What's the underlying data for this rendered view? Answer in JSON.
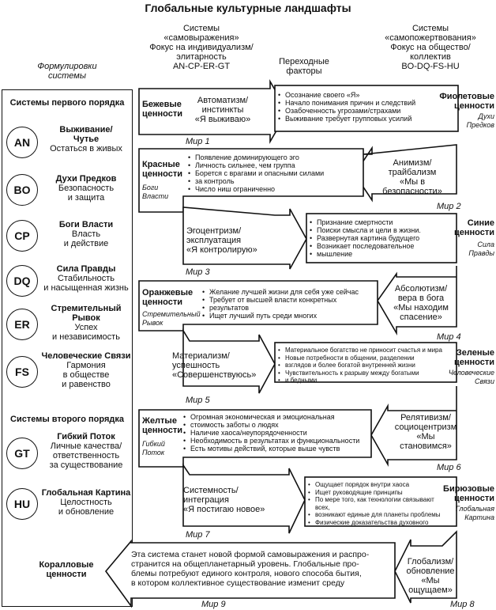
{
  "title": "Глобальные культурные ландшафты",
  "headers": {
    "left": [
      "Системы",
      "«самовыражения»",
      "Фокус на индивидуализм/",
      "элитарность",
      "AN-CP-ER-GT"
    ],
    "middle": [
      "Переходные",
      "факторы"
    ],
    "right": [
      "Системы",
      "«самопожертвования»",
      "Фокус на общество/",
      "коллектив",
      "BO-DQ-FS-HU"
    ],
    "formulations": [
      "Формулировки",
      "системы"
    ]
  },
  "legend": {
    "first_order": "Системы первого порядка",
    "second_order": "Системы второго порядка",
    "systems": [
      {
        "code": "AN",
        "name": "Выживание/",
        "name2": "Чутье",
        "desc1": "Остаться в живых",
        "desc2": ""
      },
      {
        "code": "BO",
        "name": "Духи Предков",
        "name2": "",
        "desc1": "Безопасность",
        "desc2": "и защита"
      },
      {
        "code": "CP",
        "name": "Боги Власти",
        "name2": "",
        "desc1": "Власть",
        "desc2": "и действие"
      },
      {
        "code": "DQ",
        "name": "Сила Правды",
        "name2": "",
        "desc1": "Стабильность",
        "desc2": "и насыщенная жизнь"
      },
      {
        "code": "ER",
        "name": "Стремительный",
        "name2": "Рывок",
        "desc1": "Успех",
        "desc2": "и независимость"
      },
      {
        "code": "FS",
        "name": "Человеческие Связи",
        "name2": "",
        "desc1": "Гармония",
        "desc2": "в обществе",
        "desc3": "и равенство"
      },
      {
        "code": "GT",
        "name": "Гибкий Поток",
        "name2": "",
        "desc1": "Личные качества/",
        "desc2": "ответственность",
        "desc3": "за существование"
      },
      {
        "code": "HU",
        "name": "Глобальная Картина",
        "name2": "",
        "desc1": "Целостность",
        "desc2": "и обновление"
      }
    ]
  },
  "worlds": [
    "Мир 1",
    "Мир 2",
    "Мир 3",
    "Мир 4",
    "Мир 5",
    "Мир 6",
    "Мир 7",
    "Мир 8",
    "Мир 9"
  ],
  "beige": {
    "name": [
      "Бежевые",
      "ценности"
    ],
    "arrow": [
      "Автоматизм/",
      "инстинкты",
      "«Я выживаю»"
    ]
  },
  "purple": {
    "name": [
      "Фиолетовые",
      "ценности"
    ],
    "sub": [
      "Духи",
      "Предков"
    ],
    "bullets": [
      "Осознание своего «Я»",
      "Начало понимания причин и следствий",
      "Озабоченность угрозами/страхами",
      "Выживание требует групповых усилий"
    ],
    "arrow": [
      "Анимизм/",
      "трайбализм",
      "«Мы в безопасности»"
    ]
  },
  "red": {
    "name": [
      "Красные",
      "ценности"
    ],
    "sub": [
      "Боги",
      "Власти"
    ],
    "bullets": [
      "Появление доминирующего эго",
      "Личность сильнее, чем группа",
      "Борется с врагами и опасными силами",
      "за контроль",
      "Число ниш ограниченно"
    ],
    "arrow": [
      "Эгоцентризм/",
      "эксплуатация",
      "«Я контролирую»"
    ]
  },
  "blue": {
    "name": [
      "Синие",
      "ценности"
    ],
    "sub": [
      "Сила",
      "Правды"
    ],
    "bullets": [
      "Признание смертности",
      "Поиски смысла и цели в жизни.",
      "Развернутая картина будущего",
      "Возникает последовательное",
      "мышление"
    ],
    "arrow": [
      "Абсолютизм/",
      "вера в бога",
      "«Мы находим",
      "спасение»"
    ]
  },
  "orange": {
    "name": [
      "Оранжевые",
      "ценности"
    ],
    "sub": [
      "Стремительный",
      "Рывок"
    ],
    "bullets": [
      "Желание лучшей жизни для себя уже сейчас",
      "Требует от высшей власти конкретных",
      "результатов",
      "Ищет лучший путь среди многих"
    ],
    "arrow": [
      "Материализм/",
      "успешность",
      "«Совершенствуюсь»"
    ]
  },
  "green": {
    "name": [
      "Зеленые",
      "ценности"
    ],
    "sub": [
      "Человеческие",
      "Связи"
    ],
    "bullets": [
      "Материальное богатство не приносит счастья и мира",
      "Новые потребности в общении, разделении",
      "взглядов и более богатой внутренней жизни",
      "Чувствительность к разрыву между богатыми",
      "и бедными"
    ],
    "arrow": [
      "Релятивизм/",
      "социоцентризм",
      "«Мы",
      "становимся»"
    ]
  },
  "yellow": {
    "name": [
      "Желтые",
      "ценности"
    ],
    "sub": [
      "Гибкий",
      "Поток"
    ],
    "bullets": [
      "Огромная экономическая и эмоциональная",
      "стоимость заботы о людях",
      "Наличие хаоса/неупорядоченности",
      "Необходимость в результатах и функциональности",
      "Есть мотивы действий, которые выше чувств"
    ],
    "arrow": [
      "Системность/",
      "интеграция",
      "«Я постигаю новое»"
    ]
  },
  "turquoise": {
    "name": [
      "Бирюзовые",
      "ценности"
    ],
    "sub": [
      "Глобальная",
      "Картина"
    ],
    "bullets": [
      "Ощущает порядок внутри хаоса",
      "Ищет руководящие принципы",
      "По мере того, как технологии связывают всех,",
      "возникают единые для планеты проблемы",
      "Физические доказательства духовного"
    ],
    "arrow": [
      "Глобализм/",
      "обновление",
      "«Мы ощущаем»"
    ]
  },
  "coral": {
    "name": [
      "Коралловые",
      "ценности"
    ],
    "text": [
      "Эта система станет новой формой самовыражения и распро-",
      "странится на общепланетарный уровень. Глобальные про-",
      "блемы потребуют единого контроля, нового способа бытия,",
      "в котором коллективное существование изменит среду"
    ]
  }
}
